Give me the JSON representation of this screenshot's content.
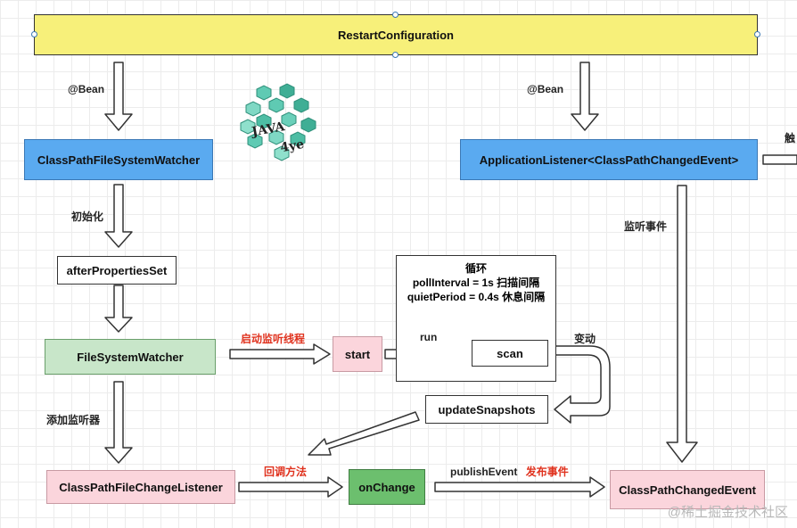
{
  "nodes": {
    "restart_configuration": "RestartConfiguration",
    "classpath_file_system_watcher": "ClassPathFileSystemWatcher",
    "application_listener": "ApplicationListener<ClassPathChangedEvent>",
    "after_properties_set": "afterPropertiesSet",
    "file_system_watcher": "FileSystemWatcher",
    "start": "start",
    "scan": "scan",
    "update_snapshots": "updateSnapshots",
    "classpath_file_change_listener": "ClassPathFileChangeListener",
    "on_change": "onChange",
    "classpath_changed_event": "ClassPathChangedEvent"
  },
  "loop_box": {
    "title": "循环",
    "line1": "pollInterval = 1s 扫描间隔",
    "line2": "quietPeriod = 0.4s 休息间隔"
  },
  "labels": {
    "bean_left": "@Bean",
    "bean_right": "@Bean",
    "init": "初始化",
    "start_watch_thread": "启动监听线程",
    "run": "run",
    "change": "变动",
    "add_listener": "添加监听器",
    "callback_method": "回调方法",
    "publish_event": "publishEvent",
    "publish_event_cn": "发布事件",
    "listen_event": "监听事件",
    "trigger_cut": "触"
  },
  "logo": {
    "line1": "JAVA",
    "line2": "4ye"
  },
  "watermark": "@稀土掘金技术社区",
  "colors": {
    "yellow": "#f7f07a",
    "blue": "#5aaaf0",
    "light_green": "#c8e6c9",
    "pink": "#fbd5dc",
    "dark_green": "#6cbf6e",
    "red_text": "#e0321e"
  }
}
